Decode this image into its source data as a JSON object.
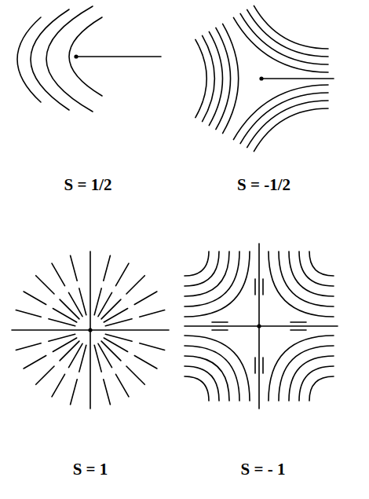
{
  "diagram": {
    "labels": [
      "S = 1/2",
      "S = -1/2",
      "S = 1",
      "S = - 1"
    ]
  }
}
